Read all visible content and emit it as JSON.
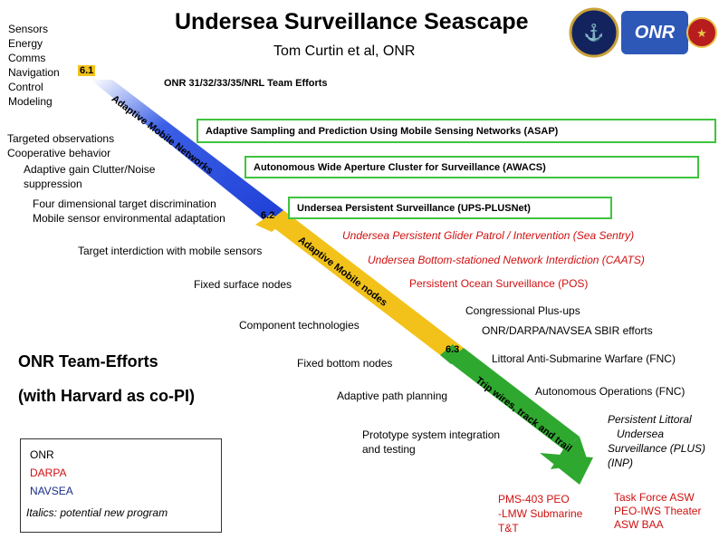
{
  "header": {
    "title": "Undersea Surveillance Seascape",
    "subtitle": "Tom Curtin et al, ONR",
    "team_efforts": "ONR 31/32/33/35/NRL Team Efforts"
  },
  "top_left_list": [
    "Sensors",
    "Energy",
    "Comms",
    "Navigation",
    "Control",
    "Modeling"
  ],
  "stages": {
    "s61": "6.1",
    "s62": "6.2",
    "s63": "6.3"
  },
  "arrow_segment_labels": {
    "blue": "Adaptive Mobile Networks",
    "yellow": "Adaptive Mobile nodes",
    "green": "Trip wires, track and trail"
  },
  "left_topics": {
    "targeted": "Targeted observations",
    "cooperative": "Cooperative behavior",
    "adaptive_gain": "Adaptive gain  Clutter/Noise",
    "suppression": "suppression",
    "four_dim": "Four dimensional target discrimination",
    "mobile_env": "Mobile sensor environmental adaptation",
    "interdiction": "Target interdiction with mobile sensors",
    "fixed_surface": "Fixed surface nodes",
    "component_tech": "Component technologies",
    "fixed_bottom": "Fixed bottom nodes",
    "adaptive_path": "Adaptive path planning",
    "prototype_1": "Prototype system integration",
    "prototype_2": "and testing"
  },
  "programs": {
    "asap": "Adaptive Sampling and Prediction Using Mobile Sensing Networks (ASAP)",
    "awacs": "Autonomous Wide Aperture Cluster for Surveillance (AWACS)",
    "ups": "Undersea Persistent Surveillance (UPS-PLUSNet)",
    "sea_sentry": "Undersea Persistent Glider Patrol / Intervention (Sea Sentry)",
    "caats": "Undersea Bottom-stationed Network Interdiction (CAATS)",
    "pos": "Persistent Ocean Surveillance (POS)",
    "congressional": "Congressional Plus-ups",
    "sbir": "ONR/DARPA/NAVSEA  SBIR efforts",
    "fnc_asw": "Littoral Anti-Submarine Warfare  (FNC)",
    "fnc_auto": "Autonomous Operations (FNC)",
    "plus_lines": [
      "Persistent Littoral",
      "Undersea",
      "Surveillance (PLUS)",
      "(INP)"
    ]
  },
  "team": {
    "line1": "ONR Team-Efforts",
    "line2": "(with Harvard as co-PI)"
  },
  "legend": {
    "onr": "ONR",
    "darpa": "DARPA",
    "navsea": "NAVSEA",
    "italics_note": "Italics: potential new program"
  },
  "transition": {
    "pms_lines": [
      "PMS-403      PEO",
      "-LMW  Submarine",
      "T&T"
    ],
    "tf_lines": [
      "Task Force ASW",
      "PEO-IWS  Theater",
      "ASW BAA"
    ]
  },
  "colors": {
    "blue_segment": "#2244dd",
    "yellow_segment": "#f2c21a",
    "green_segment": "#2fa82f",
    "box_border": "#3ec43e",
    "red_text": "#d01010",
    "blue_text": "#1a2d8a"
  }
}
